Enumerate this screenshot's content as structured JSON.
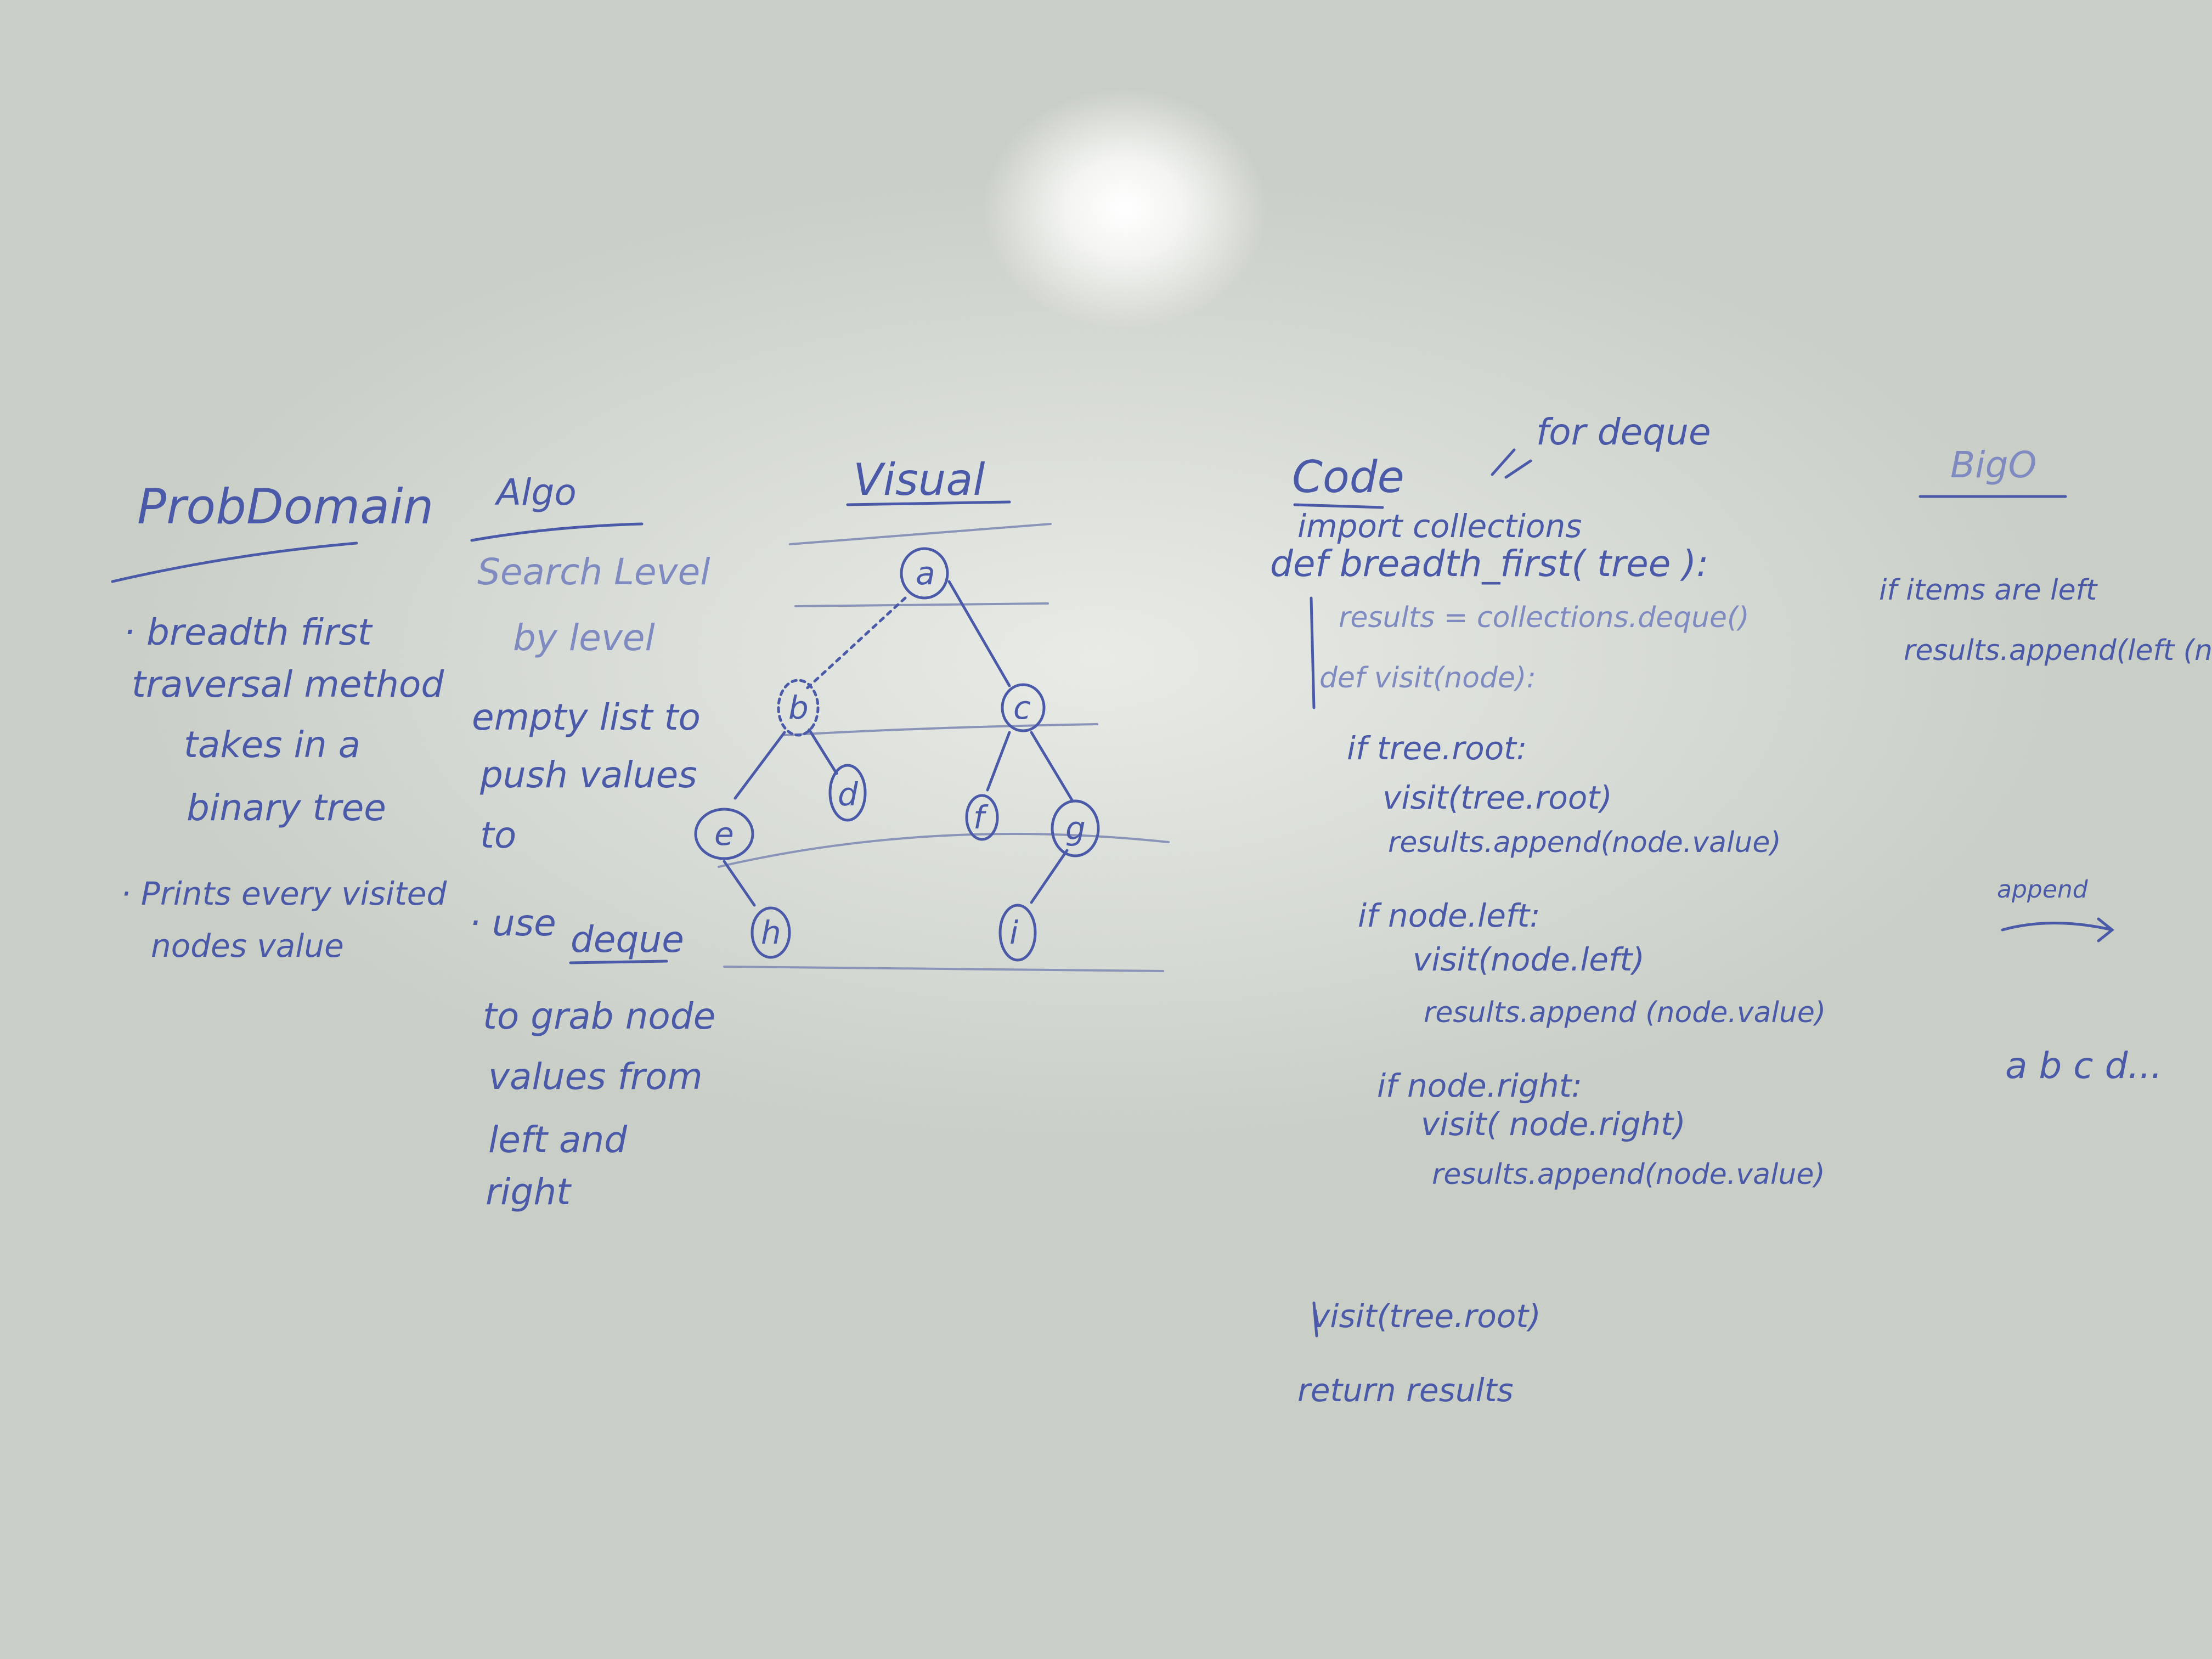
{
  "problem": {
    "heading": "ProbDomain",
    "lines": [
      "· breadth first",
      "traversal method",
      "takes in a",
      "binary tree",
      "· Prints every visited",
      "nodes value"
    ]
  },
  "algo": {
    "heading": "Algo",
    "lines": [
      "Search Level",
      "by level",
      "empty list to",
      "push values",
      "to",
      "· use",
      "deque",
      "to grab node",
      "values from",
      "left and",
      "right"
    ]
  },
  "visual": {
    "heading": "Visual",
    "nodes": [
      "a",
      "b",
      "c",
      "d",
      "e",
      "f",
      "g",
      "h",
      "i"
    ]
  },
  "code": {
    "heading": "Code",
    "annotation": "for deque",
    "lines": [
      "import collections",
      "def breadth_first( tree ):",
      "results = collections.deque()",
      "def visit(node):",
      "if tree.root:",
      "visit(tree.root)",
      "results.append(node.value)",
      "if node.left:",
      "visit(node.left)",
      "results.append (node.value)",
      "if node.right:",
      "visit( node.right)",
      "results.append(node.value)",
      "visit(tree.root)",
      "return results"
    ]
  },
  "bigo": {
    "heading": "BigO",
    "lines": [
      "if items are left",
      "results.append(left (n",
      "append",
      "a b c d..."
    ]
  }
}
